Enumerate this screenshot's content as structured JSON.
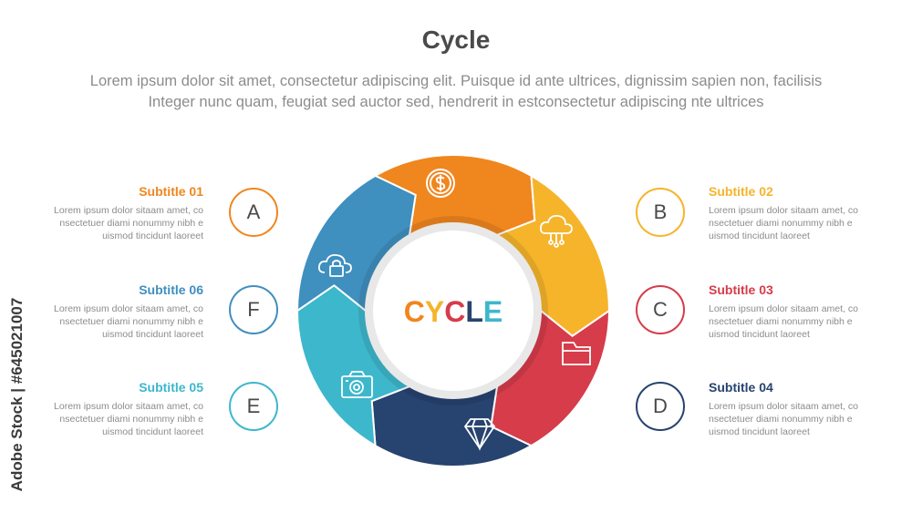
{
  "header": {
    "title": "Cycle",
    "description_line1": "Lorem ipsum dolor sit amet, consectetur adipiscing elit. Puisque id ante ultrices, dignissim sapien non, facilisis",
    "description_line2": "Integer nunc quam, feugiat sed auctor sed, hendrerit in estconsectetur adipiscing nte ultrices"
  },
  "center": {
    "letters": [
      {
        "char": "C",
        "color": "#f0861e"
      },
      {
        "char": "Y",
        "color": "#f6b42b"
      },
      {
        "char": "C",
        "color": "#d63c4a"
      },
      {
        "char": "L",
        "color": "#27436f"
      },
      {
        "char": "E",
        "color": "#3db7cc"
      }
    ]
  },
  "segments": [
    {
      "id": "A",
      "color": "#f0861e",
      "icon": "dollar-coin-icon"
    },
    {
      "id": "B",
      "color": "#f6b42b",
      "icon": "cloud-network-icon"
    },
    {
      "id": "C",
      "color": "#d63c4a",
      "icon": "folder-icon"
    },
    {
      "id": "D",
      "color": "#27436f",
      "icon": "diamond-icon"
    },
    {
      "id": "E",
      "color": "#3db7cc",
      "icon": "camera-icon"
    },
    {
      "id": "F",
      "color": "#3f8fbf",
      "icon": "cloud-lock-icon"
    }
  ],
  "items": [
    {
      "letter": "A",
      "subtitle": "Subtitle 01",
      "color": "#f0861e",
      "line1": "Lorem ipsum dolor sitaam amet, co",
      "line2": "nsectetuer diami nonummy  nibh e",
      "line3": "uismod tincidunt laoreet"
    },
    {
      "letter": "B",
      "subtitle": "Subtitle 02",
      "color": "#f6b42b",
      "line1": "Lorem ipsum dolor sitaam amet, co",
      "line2": "nsectetuer diami nonummy  nibh e",
      "line3": "uismod tincidunt laoreet"
    },
    {
      "letter": "C",
      "subtitle": "Subtitle 03",
      "color": "#d63c4a",
      "line1": "Lorem ipsum dolor sitaam amet, co",
      "line2": "nsectetuer diami nonummy  nibh e",
      "line3": "uismod tincidunt laoreet"
    },
    {
      "letter": "D",
      "subtitle": "Subtitle 04",
      "color": "#27436f",
      "line1": "Lorem ipsum dolor sitaam amet, co",
      "line2": "nsectetuer diami nonummy  nibh e",
      "line3": "uismod tincidunt laoreet"
    },
    {
      "letter": "E",
      "subtitle": "Subtitle 05",
      "color": "#3db7cc",
      "line1": "Lorem ipsum dolor sitaam amet, co",
      "line2": "nsectetuer diami nonummy  nibh e",
      "line3": "uismod tincidunt laoreet"
    },
    {
      "letter": "F",
      "subtitle": "Subtitle 06",
      "color": "#3f8fbf",
      "line1": "Lorem ipsum dolor sitaam amet, co",
      "line2": "nsectetuer diami nonummy  nibh e",
      "line3": "uismod tincidunt laoreet"
    }
  ],
  "watermark": {
    "text": "Adobe Stock | #645021007"
  }
}
